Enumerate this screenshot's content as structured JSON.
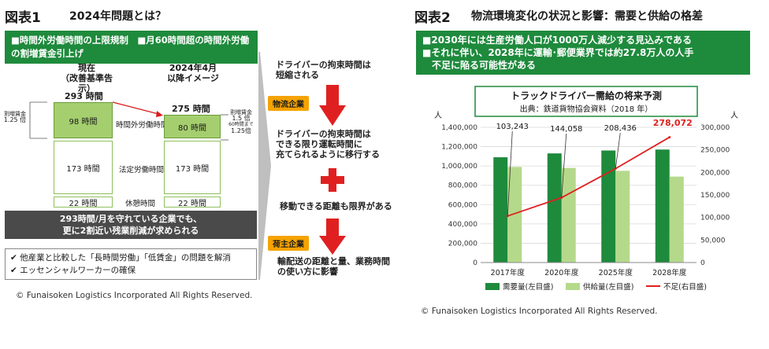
{
  "left": {
    "fig_label": "図表1",
    "fig_title": "2024年問題とは？",
    "banner": "■時間外労働時間の上限規制　■月60時間超の時間外労働の割増賃金引上げ",
    "current_header_1": "現在",
    "current_header_2": "（改善基準告示）",
    "future_header_1": "2024年4月",
    "future_header_2": "以降イメージ",
    "current_total": "293 時間",
    "future_total": "275 時間",
    "premium_current_1": "割増賃金",
    "premium_current_2": "1.25 倍",
    "premium_future_1": "割増賃金",
    "premium_future_2": "1.5 倍",
    "premium_future_3": "60時間まで",
    "premium_future_4": "1.25倍",
    "overtime_current": "98 時間",
    "overtime_future": "80 時間",
    "overtime_label": "時間外労働時間",
    "legal_current": "173 時間",
    "legal_future": "173 時間",
    "legal_label": "法定労働時間",
    "rest_current": "22 時間",
    "rest_future": "22 時間",
    "rest_label": "休憩時間",
    "gray_line1": "293時間/月を守れている企業でも、",
    "gray_line2": "更に2割近い残業削減が求められる",
    "check1": "他産業と比較した「長時間労働」「低賃金」の問題を解消",
    "check2": "エッセンシャルワーカーの確保",
    "step1_1": "ドライバーの拘束時間は",
    "step1_2": "短縮される",
    "tag1": "物流企業",
    "step2_1": "ドライバーの拘束時間は",
    "step2_2": "できる限り運転時間に",
    "step2_3": "充てられるように移行する",
    "step3": "移動できる距離も限界がある",
    "tag2": "荷主企業",
    "step4_1": "輸配送の距離と量、業務時間",
    "step4_2": "の使い方に影響",
    "copyright": "© Funaisoken Logistics Incorporated All Rights Reserved."
  },
  "right": {
    "fig_label": "図表2",
    "fig_title": "物流環境変化の状況と影響：需要と供給の格差",
    "banner_line1": "■2030年には生産労働人口が1000万人減少する見込みである",
    "banner_line2": "■それに伴い、2028年に運輸･郵便業界では約27.8万人の人手",
    "banner_line3": "　不足に陥る可能性がある",
    "copyright": "© Funaisoken Logistics Incorporated All Rights Reserved."
  },
  "chart_data": {
    "type": "bar",
    "title": "トラックドライバー需給の将来予測",
    "subtitle": "出典：鉄道貨物協会資料（2018 年）",
    "categories": [
      "2017年度",
      "2020年度",
      "2025年度",
      "2028年度"
    ],
    "y_left_unit": "人",
    "y_right_unit": "人",
    "ylim_left": [
      0,
      1400000
    ],
    "ylim_right": [
      0,
      300000
    ],
    "yticks_left": [
      "0",
      "200,000",
      "400,000",
      "600,000",
      "800,000",
      "1,000,000",
      "1,200,000",
      "1,400,000"
    ],
    "yticks_right": [
      "0",
      "50,000",
      "100,000",
      "150,000",
      "200,000",
      "250,000",
      "300,000"
    ],
    "series": [
      {
        "name": "需要量(左目盛)",
        "kind": "bar",
        "axis": "left",
        "color": "#1e8a3c",
        "values": [
          1090000,
          1130000,
          1160000,
          1170000
        ]
      },
      {
        "name": "供給量(左目盛)",
        "kind": "bar",
        "axis": "left",
        "color": "#b5d98a",
        "values": [
          990000,
          980000,
          950000,
          890000
        ]
      },
      {
        "name": "不足(右目盛)",
        "kind": "line",
        "axis": "right",
        "color": "#e02020",
        "values": [
          103243,
          144058,
          208436,
          278072
        ]
      }
    ],
    "data_labels": [
      "103,243",
      "144,058",
      "208,436",
      "278,072"
    ],
    "grid": true,
    "legend_position": "bottom"
  }
}
